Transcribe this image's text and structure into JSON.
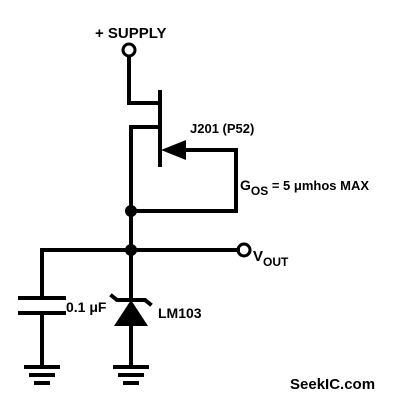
{
  "labels": {
    "supply": "+ SUPPLY",
    "jfet": "J201 (P52)",
    "gos_main": "G",
    "gos_sub": "OS",
    "gos_value": " = 5 μmhos MAX",
    "vout_main": "V",
    "vout_sub": "OUT",
    "capacitor": "0.1 μF",
    "reference": "LM103",
    "watermark": "SeekIC.com"
  },
  "colors": {
    "ink": "#000000",
    "background": "#ffffff"
  }
}
